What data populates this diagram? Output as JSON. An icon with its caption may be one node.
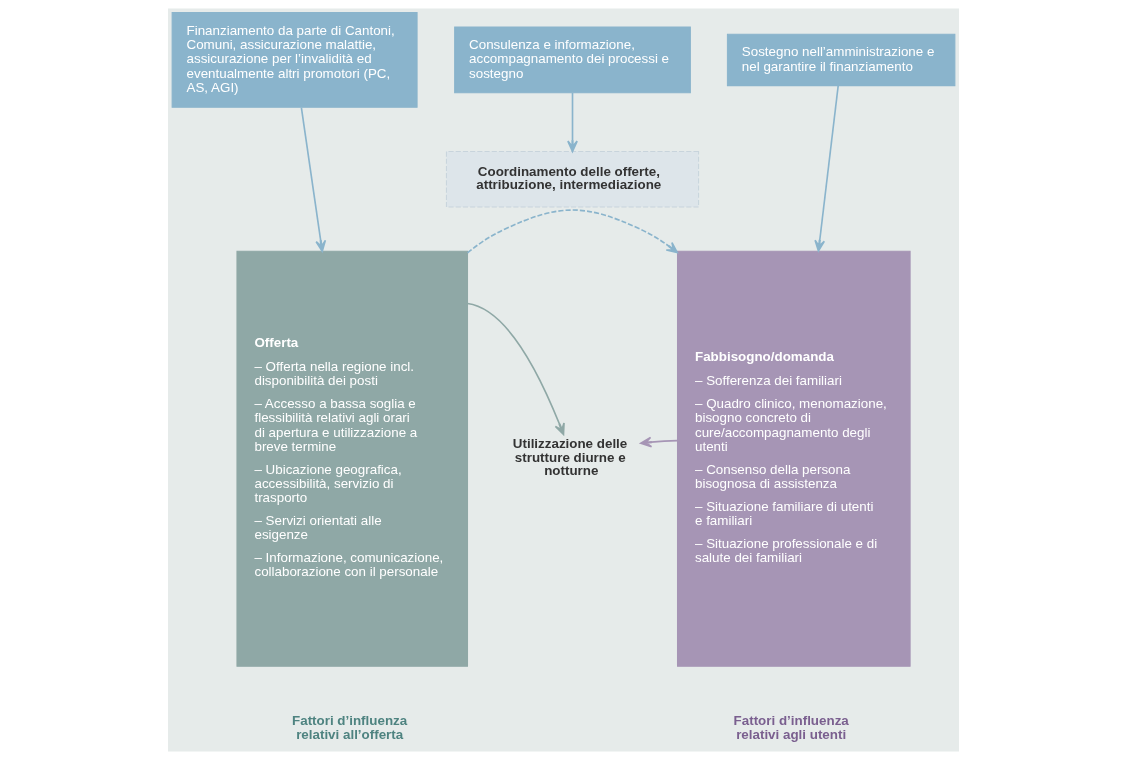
{
  "diagram": {
    "nodes": [
      {
        "text": [
          "Finanziamento da parte di Cantoni, Comuni, assicurazione malattie, assicurazione per l’invalidità ed eventualmente altri promotori (PC, AS, AGI)"
        ]
      },
      {
        "text": [
          "Consulenza e informazione, accompagnamento dei processi e sostegno"
        ]
      },
      {
        "text": [
          "Sostegno nell’amministrazione e nel garantire il finanziamento"
        ]
      },
      {
        "text": [
          "Coordinamento delle offerte, attribuzione, intermediazione"
        ]
      },
      {
        "text": [
          "Offerta",
          "– Offerta nella regione incl. disponibilità dei posti",
          "– Accesso a bassa soglia e flessibilità relativi agli orari di apertura e utilizzazione a breve termine",
          "– Ubicazione geografica, accessibilità, servizio di trasporto",
          "– Servizi orientati alle esigenze",
          "– Informazione, comunicazione, collaborazione con il personale"
        ],
        "beside": [
          "Fattori d’influenza relativi all’offerta"
        ]
      },
      {
        "text": [
          "Utilizzazione delle strutture diurne e notturne"
        ]
      },
      {
        "text": [
          "Fabbisogno/domanda",
          "– Sofferenza dei familiari",
          "– Quadro clinico, menomazione, bisogno concreto di cure/accompagnamento degli utenti",
          "– Consenso della persona bisognosa di assistenza",
          "– Situazione familiare di utenti e familiari",
          "– Situazione professionale e di salute dei familiari"
        ],
        "beside": [
          "Fattori d’influenza relativi agli utenti"
        ]
      }
    ],
    "edges": [
      {
        "from": 0,
        "to": 4,
        "arrow": "to"
      },
      {
        "from": 1,
        "to": 3,
        "arrow": "to"
      },
      {
        "from": 2,
        "to": 6,
        "arrow": "to"
      },
      {
        "from": 4,
        "to": 6,
        "arrow": "to",
        "style": "dashed"
      },
      {
        "from": 4,
        "to": 5,
        "arrow": "to",
        "color": "#8fa8a6"
      },
      {
        "from": 6,
        "to": 5,
        "arrow": "to",
        "color": "#a695b5"
      }
    ]
  }
}
